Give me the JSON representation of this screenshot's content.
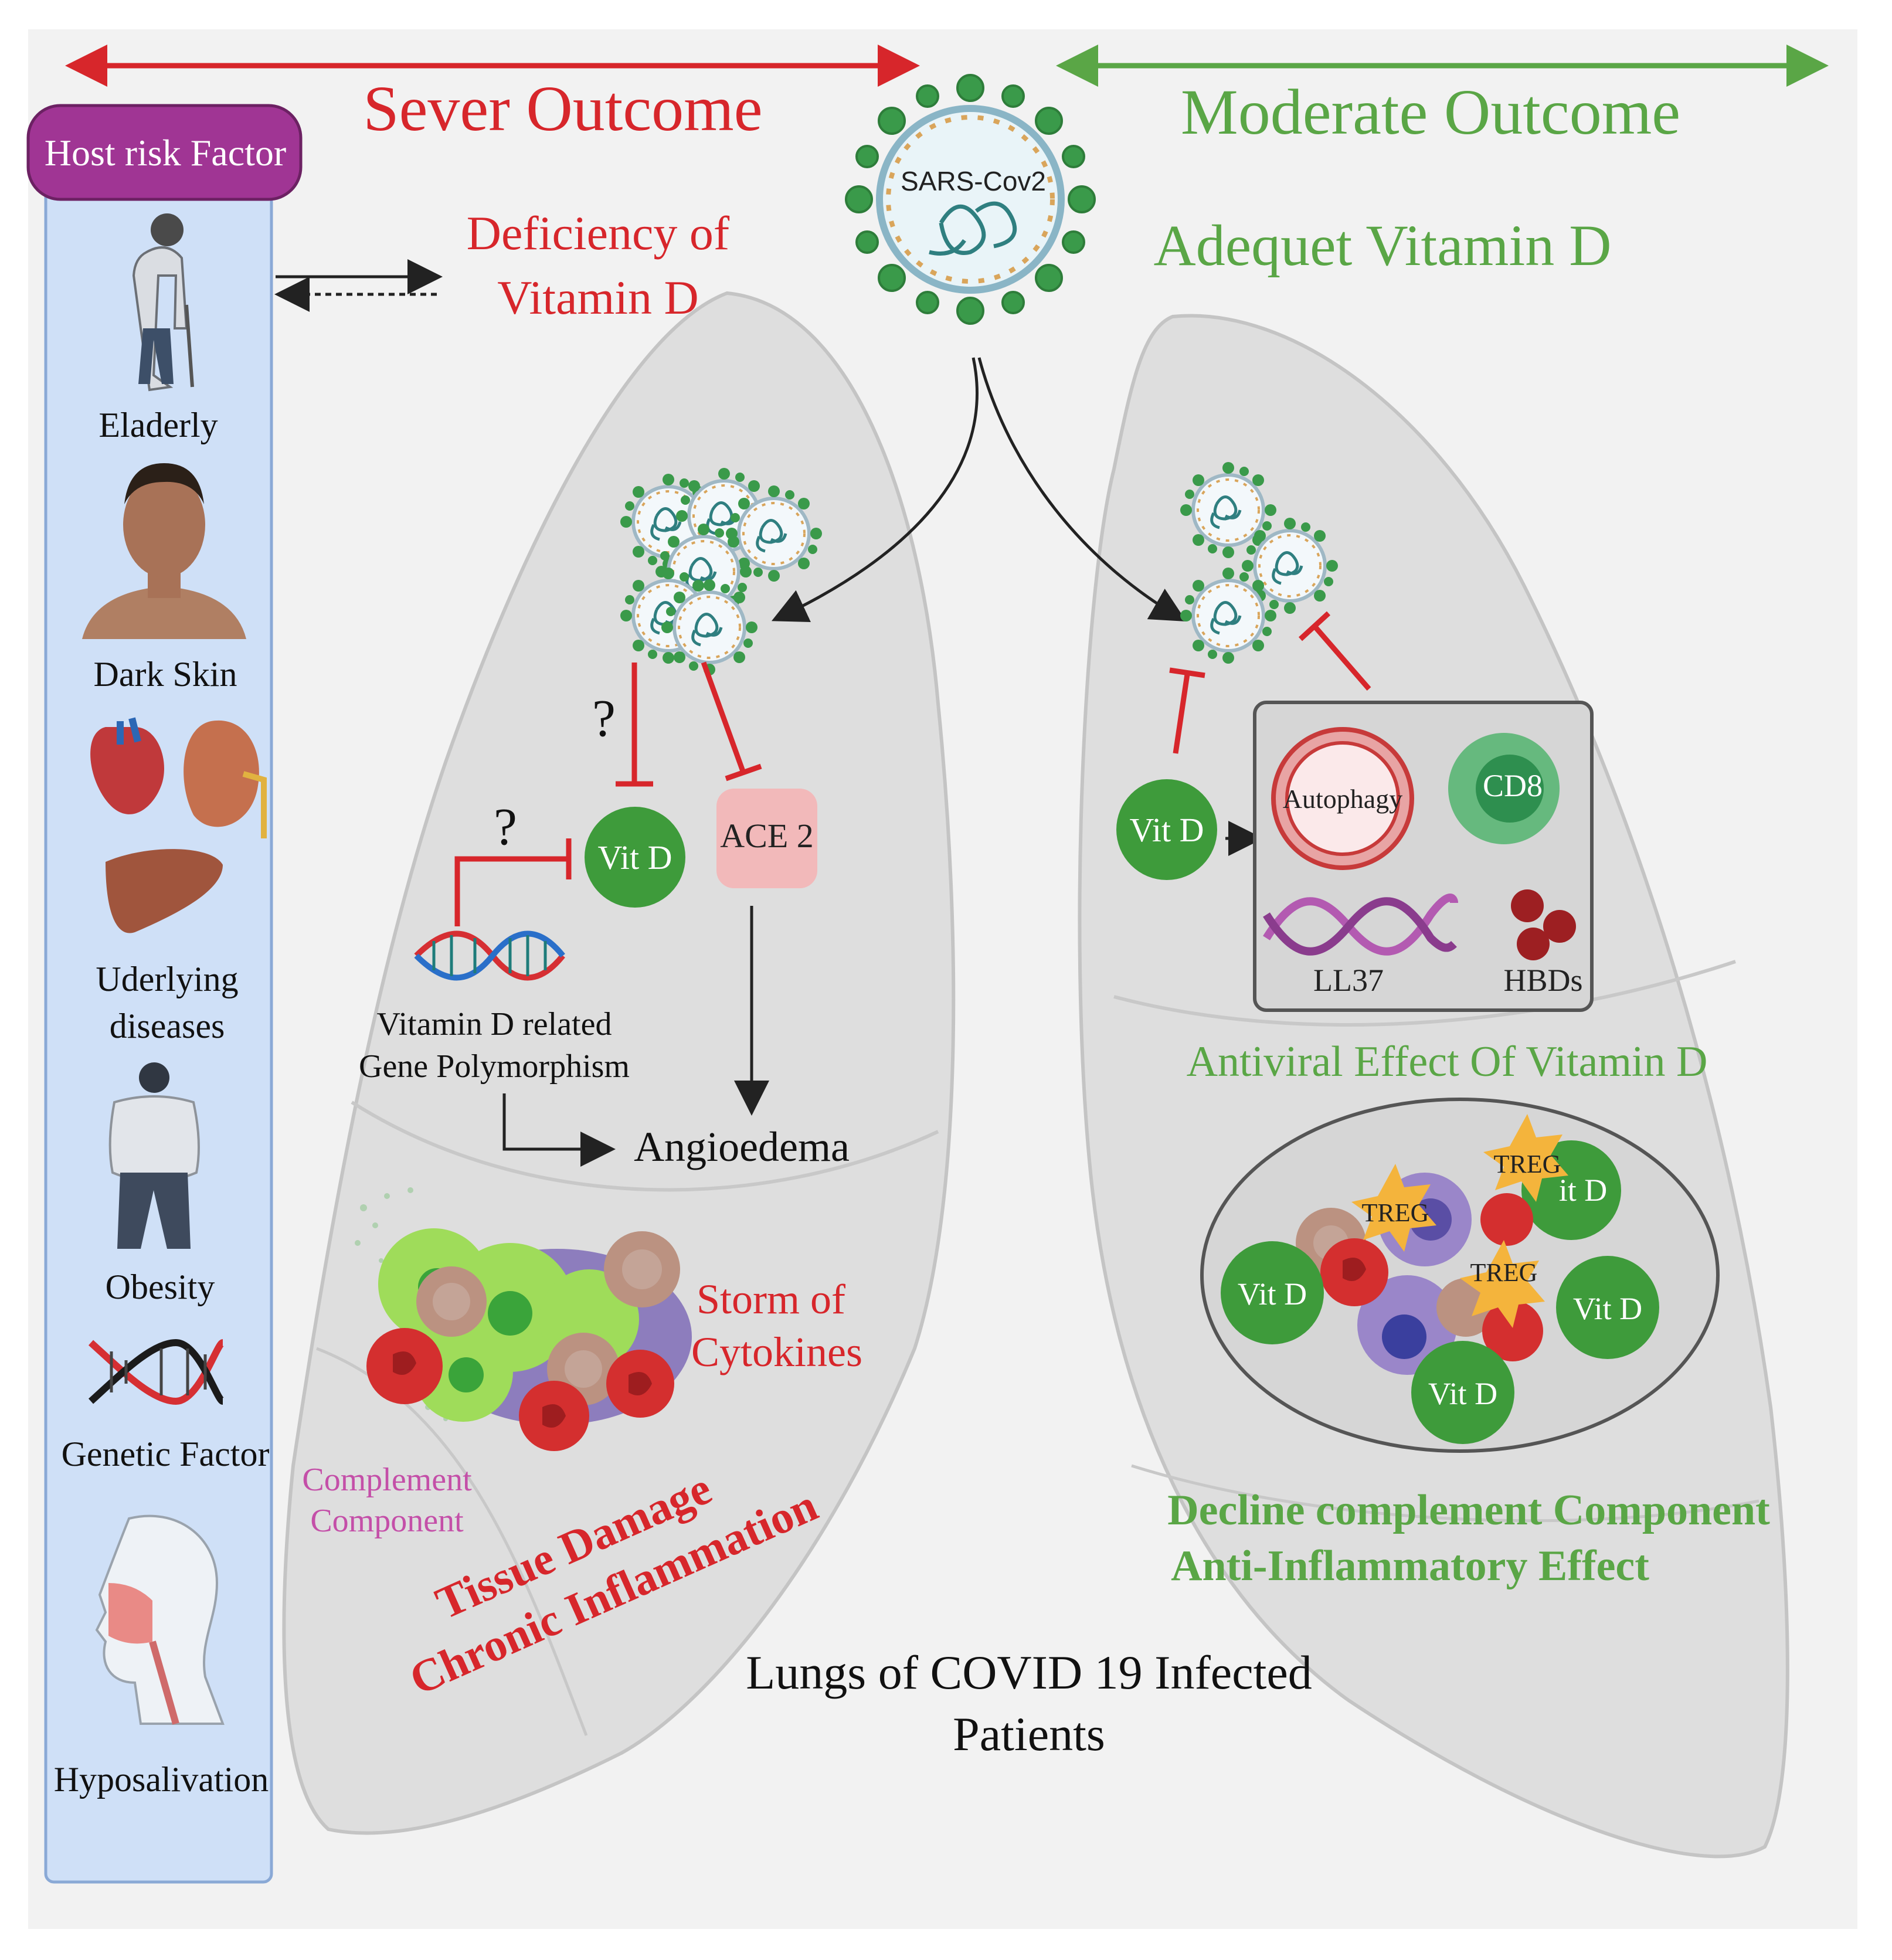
{
  "header": {
    "severe_title": "Sever Outcome",
    "moderate_title": "Moderate Outcome",
    "virus_label": "SARS-Cov2"
  },
  "sidebar": {
    "title": "Host risk Factor",
    "factors": [
      {
        "label": "Eladerly",
        "icon": "elderly-person-icon"
      },
      {
        "label": "Dark Skin",
        "icon": "dark-skin-person-icon"
      },
      {
        "label": "Uderlying diseases",
        "line1": "Uderlying",
        "line2": "diseases",
        "icon": "organs-icon"
      },
      {
        "label": "Obesity",
        "icon": "obese-person-icon"
      },
      {
        "label": "Genetic Factor",
        "icon": "dna-icon"
      },
      {
        "label": "Hyposalivation",
        "icon": "head-profile-icon"
      }
    ]
  },
  "left_lung": {
    "deficiency_line1": "Deficiency of",
    "deficiency_line2": "Vitamin D",
    "question_mark_1": "?",
    "question_mark_2": "?",
    "vitd": "Vit D",
    "ace2": "ACE 2",
    "gene_line1": "Vitamin D related",
    "gene_line2": "Gene Polymorphism",
    "angioedema": "Angioedema",
    "storm_line1": "Storm of",
    "storm_line2": "Cytokines",
    "complement_line1": "Complement",
    "complement_line2": "Component",
    "damage_line1": "Tissue Damage",
    "damage_line2": "Chronic Inflammation"
  },
  "right_lung": {
    "adequate": "Adequet Vitamin D",
    "vitd": "Vit D",
    "autophagy": "Autophagy",
    "cd8": "CD8",
    "ll37": "LL37",
    "hbds": "HBDs",
    "antiviral": "Antiviral Effect Of Vitamin D",
    "treg_1": "TREG",
    "treg_2": "TREG",
    "treg_3": "TREG",
    "vitd_partial": "it D",
    "vitd_cell_1": "Vit D",
    "vitd_cell_2": "Vit D",
    "vitd_cell_3": "Vit D",
    "decline_line1": "Decline complement Component",
    "decline_line2": "Anti-Inflammatory Effect"
  },
  "footer": {
    "caption_line1": "Lungs of COVID 19 Infected",
    "caption_line2": "Patients"
  },
  "colors": {
    "severe_red": "#d7262b",
    "moderate_green": "#5aa646",
    "vitd_green": "#3e9b3b",
    "sidebar_blue": "#cfe0f7",
    "host_purple": "#a03594",
    "lung_grey": "#dedede",
    "ace2_pink": "#f2b9ba",
    "complement_pink": "#c44fa8",
    "treg_orange": "#f4b43c"
  }
}
